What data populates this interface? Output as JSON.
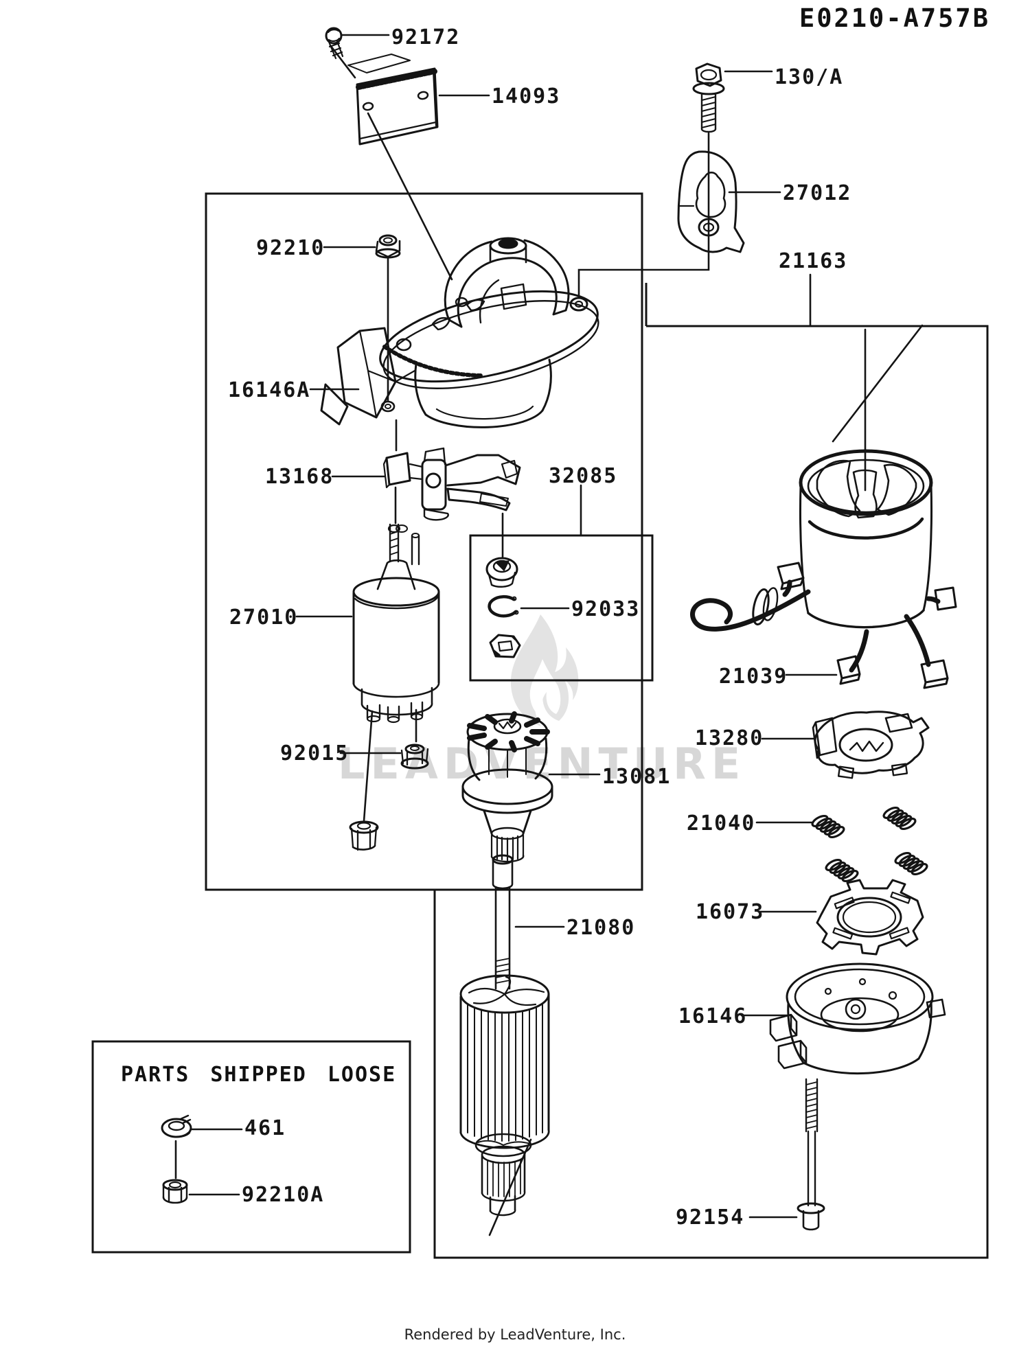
{
  "title": "E0210-A757B",
  "watermark": {
    "text": "LEADVENTURE",
    "logo": "leadventure-flame",
    "color": "#d7d7d7"
  },
  "footer": "Rendered by LeadVenture, Inc.",
  "diagram": {
    "type": "exploded-parts-diagram",
    "subject": "electric starter motor assembly"
  },
  "parts": [
    {
      "id": "92172"
    },
    {
      "id": "14093"
    },
    {
      "id": "130/A"
    },
    {
      "id": "27012"
    },
    {
      "id": "21163"
    },
    {
      "id": "92210"
    },
    {
      "id": "16146A"
    },
    {
      "id": "13168"
    },
    {
      "id": "32085"
    },
    {
      "id": "27010"
    },
    {
      "id": "92033"
    },
    {
      "id": "21039"
    },
    {
      "id": "13280"
    },
    {
      "id": "92015"
    },
    {
      "id": "13081"
    },
    {
      "id": "21040"
    },
    {
      "id": "16073"
    },
    {
      "id": "21080"
    },
    {
      "id": "16146"
    },
    {
      "id": "92154"
    }
  ],
  "parts_shipped_loose": {
    "title": "PARTS SHIPPED LOOSE",
    "items": [
      {
        "id": "461"
      },
      {
        "id": "92210A"
      }
    ]
  }
}
